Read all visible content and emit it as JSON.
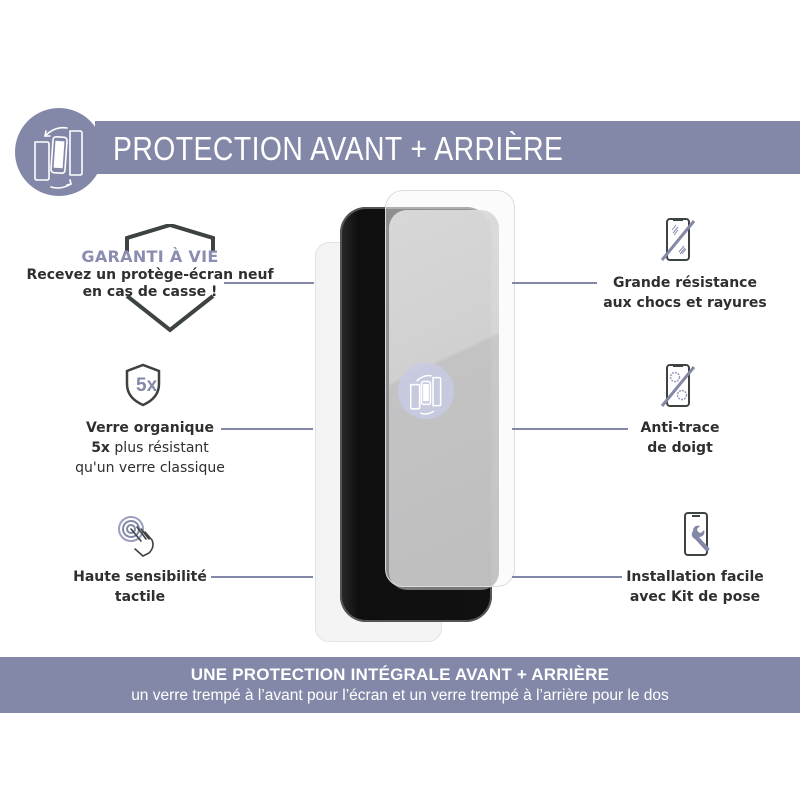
{
  "header": {
    "title": "PROTECTION AVANT + ARRIÈRE",
    "icon": "front-back-phone-rotate-icon",
    "band_color": "#8488a8"
  },
  "features_left": [
    {
      "id": "garanti",
      "icon": "shield-outline-icon",
      "title": "GARANTI À VIE",
      "line1": "Recevez un protège-écran neuf",
      "line2": "en cas de casse !"
    },
    {
      "id": "verre-organique",
      "icon": "shield-5x-icon",
      "icon_text": "5x",
      "title": "Verre organique",
      "line2_bold": "5x",
      "line2_rest": " plus résistant",
      "line3": "qu'un verre classique"
    },
    {
      "id": "sensibilite",
      "icon": "touch-hand-icon",
      "line1": "Haute sensibilité",
      "line2": "tactile"
    }
  ],
  "features_right": [
    {
      "id": "resistance",
      "icon": "phone-scratch-icon",
      "line1": "Grande résistance",
      "line2": "aux chocs et rayures"
    },
    {
      "id": "anti-trace",
      "icon": "phone-fingerprint-icon",
      "line1": "Anti-trace",
      "line2": "de doigt"
    },
    {
      "id": "installation",
      "icon": "phone-wrench-icon",
      "line1": "Installation facile",
      "line2": "avec Kit de pose"
    }
  ],
  "footer": {
    "title": "UNE PROTECTION INTÉGRALE AVANT + ARRIÈRE",
    "subtitle": "un verre trempé à l’avant pour l’écran et un verre trempé à l’arrière pour le dos"
  },
  "colors": {
    "accent": "#8488a8",
    "accent_light": "#8a8db0",
    "text": "#2f2f2f",
    "icon_dark": "#3b3b3b"
  }
}
